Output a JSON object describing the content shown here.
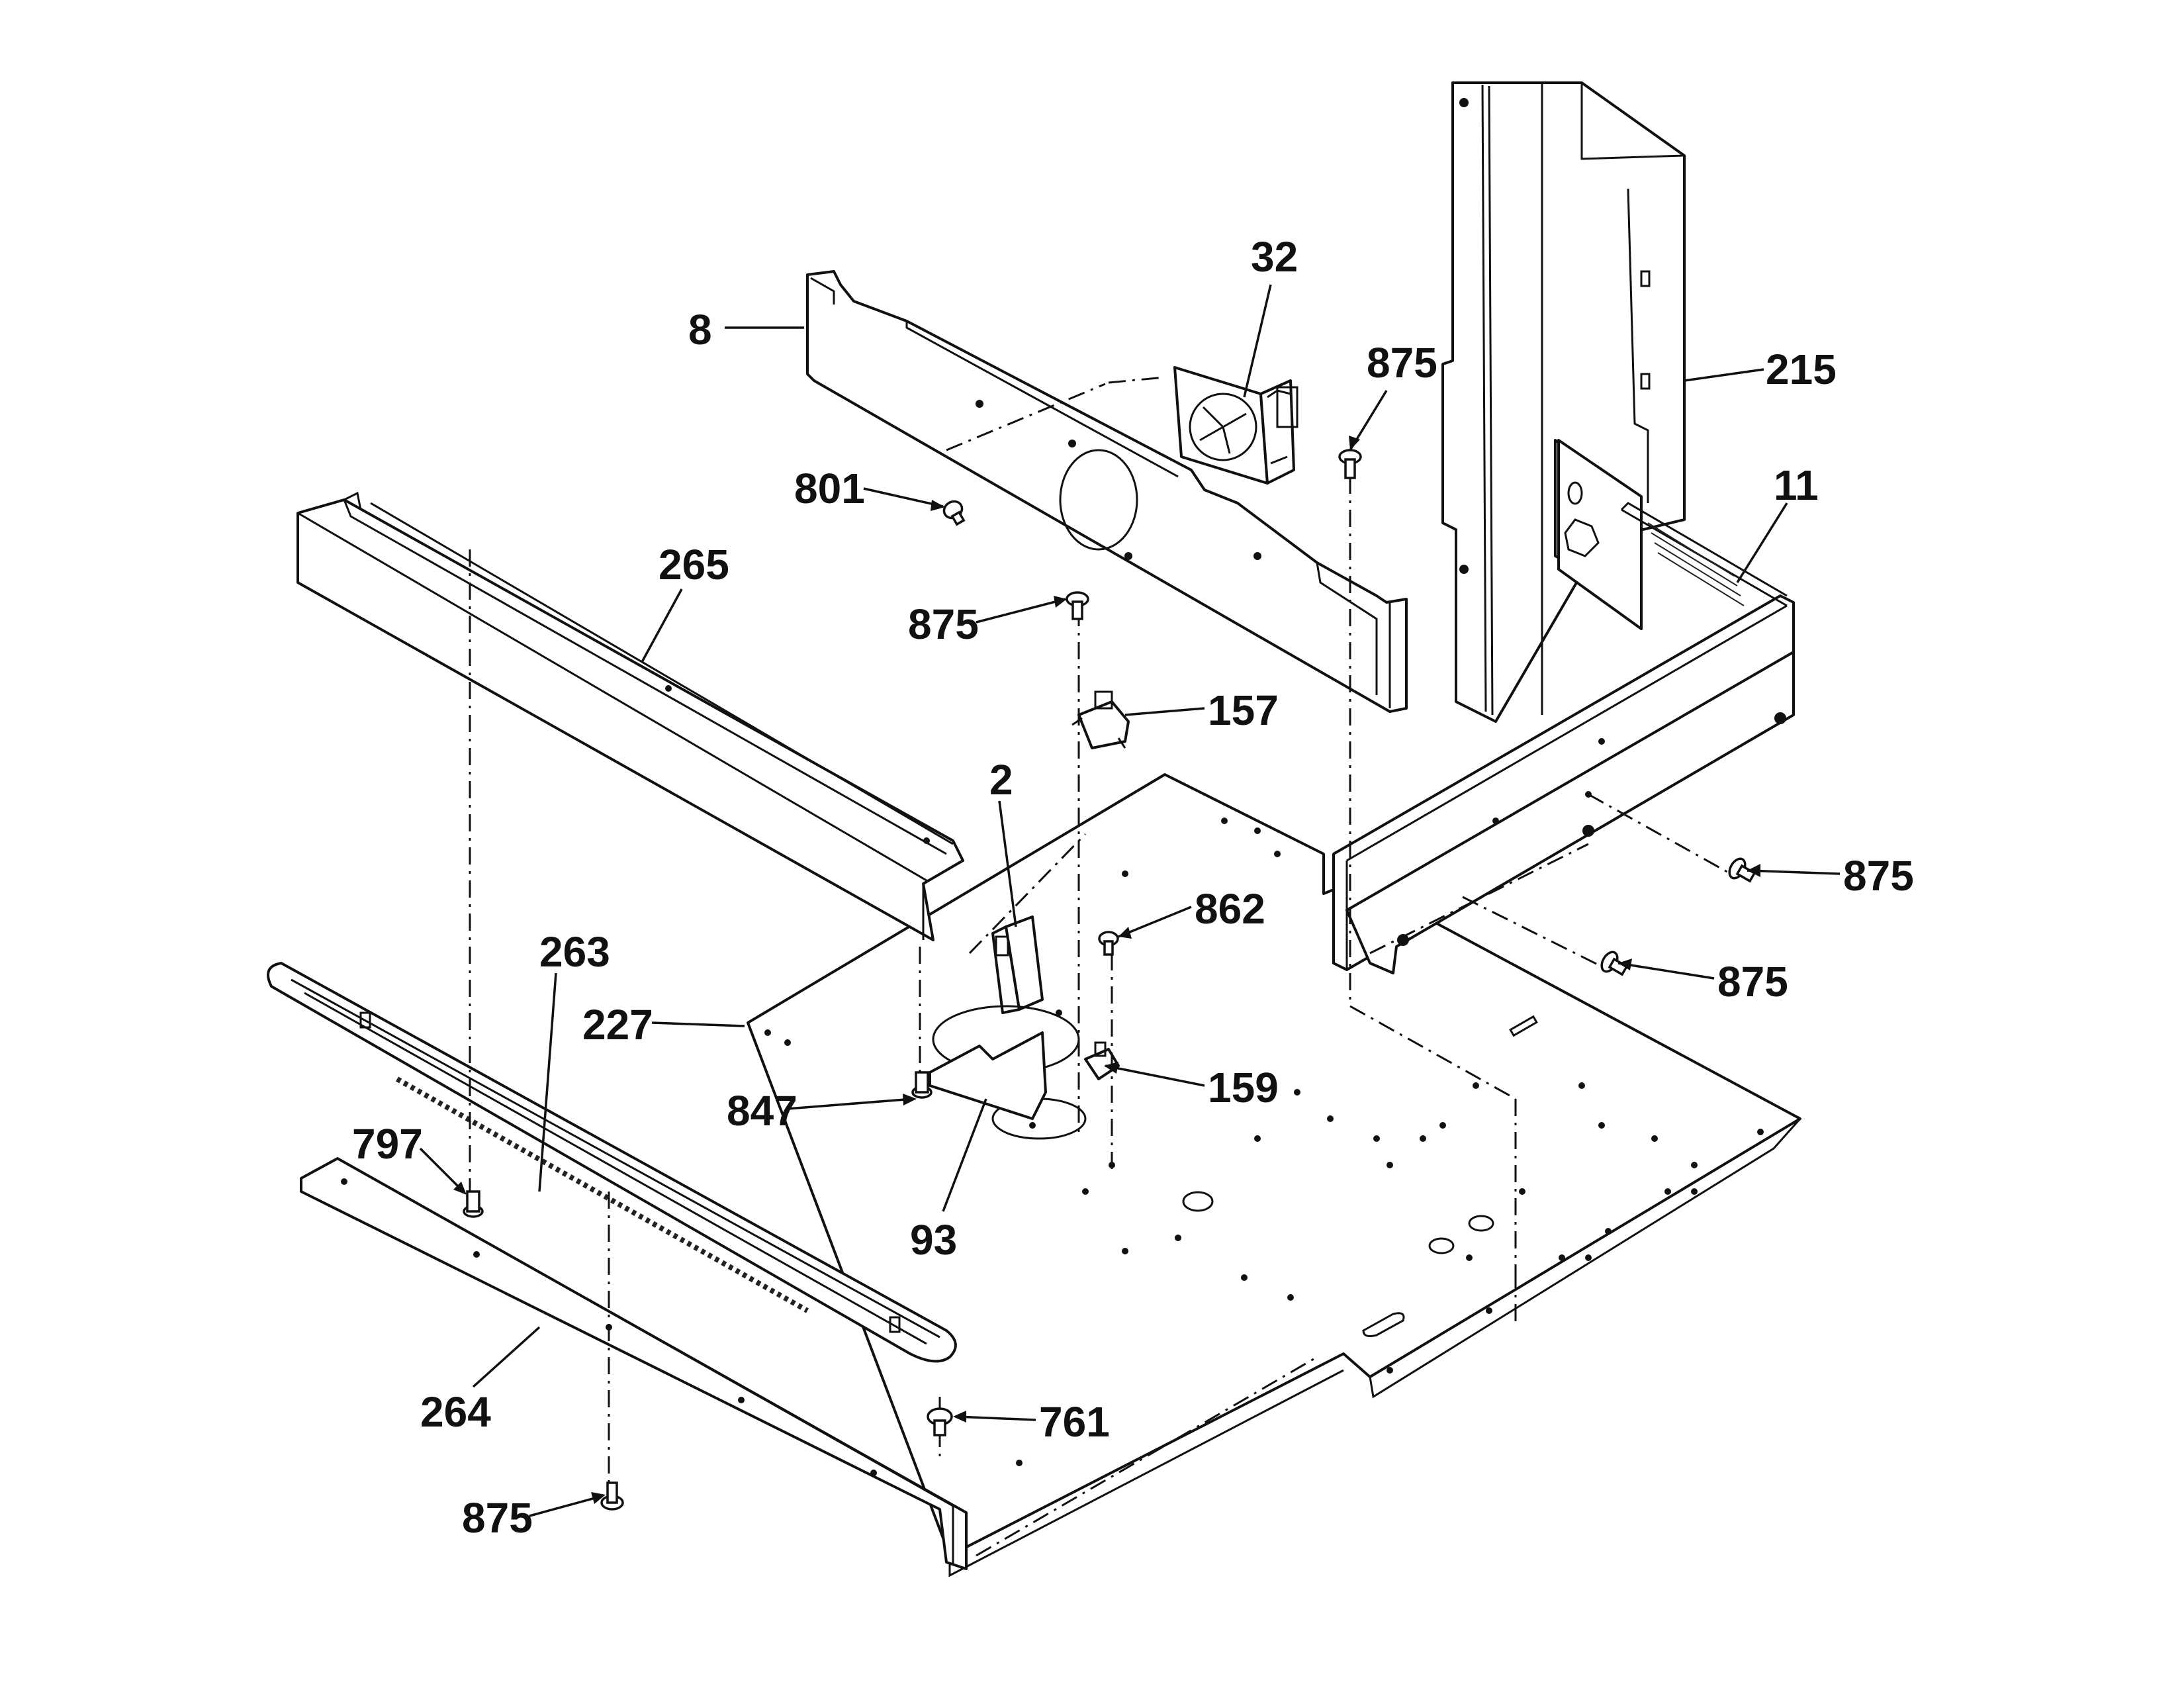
{
  "callouts": {
    "p8": "8",
    "p32": "32",
    "p875a": "875",
    "p215": "215",
    "p11": "11",
    "p801": "801",
    "p265": "265",
    "p875b": "875",
    "p157": "157",
    "p2": "2",
    "p875c": "875",
    "p862": "862",
    "p875d": "875",
    "p263": "263",
    "p227": "227",
    "p159": "159",
    "p847": "847",
    "p797": "797",
    "p93": "93",
    "p264": "264",
    "p761": "761",
    "p875e": "875"
  }
}
